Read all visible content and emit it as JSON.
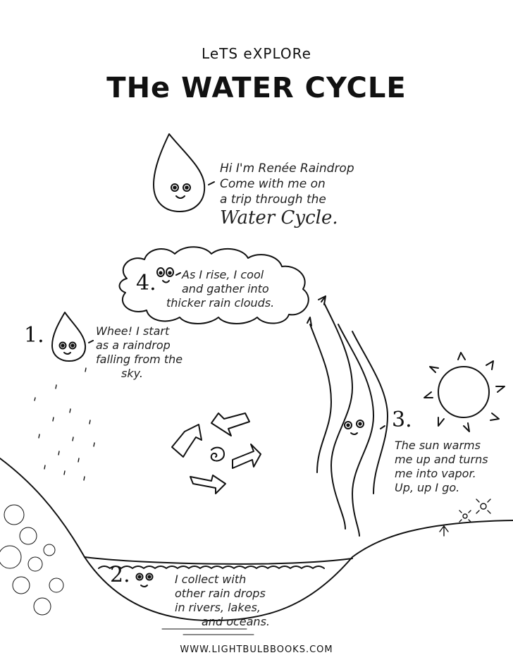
{
  "header": {
    "subtitle": "LeTS eXPLORe",
    "title": "THe WATER CYCLE"
  },
  "intro": {
    "lines": [
      "Hi I'm Renée Raindrop",
      "Come with me on",
      "a trip through the"
    ],
    "big": "Water Cycle."
  },
  "steps": [
    {
      "number": "1.",
      "lines": [
        "Whee! I start",
        "as a raindrop",
        "falling from the",
        "sky."
      ]
    },
    {
      "number": "2.",
      "lines": [
        "I collect with",
        "other rain drops",
        "in rivers, lakes,",
        "and oceans."
      ]
    },
    {
      "number": "3.",
      "lines": [
        "The sun warms",
        "me up and turns",
        "me into vapor.",
        "Up, up I go."
      ]
    },
    {
      "number": "4.",
      "lines": [
        "As I rise, I cool",
        "and gather into",
        "thicker rain clouds."
      ]
    }
  ],
  "footer": {
    "url": "WWW.LIGHTBULBBOOKS.COM"
  },
  "icons": [
    "raindrop-character-icon",
    "cloud-icon",
    "sun-icon",
    "cycle-arrows-icon",
    "vapor-character-icon",
    "flower-icon"
  ]
}
